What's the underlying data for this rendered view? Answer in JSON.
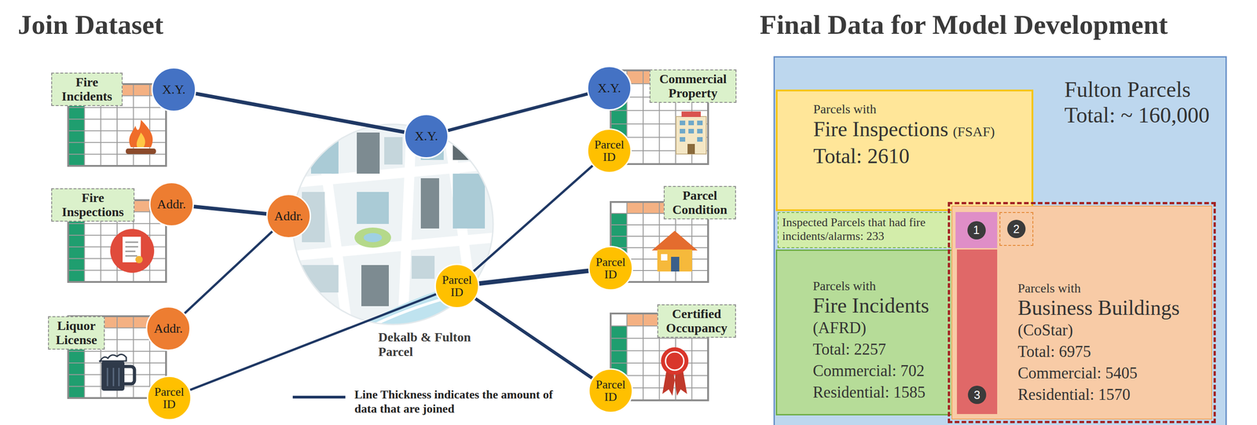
{
  "diagram": {
    "title": "Join Dataset",
    "nodes": [
      {
        "text": [
          "Fire Incidents"
        ]
      },
      {
        "text": [
          "X.Y."
        ]
      },
      {
        "text": [
          "Fire Inspections"
        ]
      },
      {
        "text": [
          "Addr."
        ]
      },
      {
        "text": [
          "Liquor License"
        ]
      },
      {
        "text": [
          "Addr."
        ]
      },
      {
        "text": [
          "Parcel ID"
        ]
      },
      {
        "text": [
          "X.Y."
        ]
      },
      {
        "text": [
          "Addr."
        ]
      },
      {
        "text": [
          "Parcel ID"
        ]
      },
      {
        "text": [
          "Commercial Property"
        ]
      },
      {
        "text": [
          "X.Y."
        ]
      },
      {
        "text": [
          "Parcel ID"
        ]
      },
      {
        "text": [
          "Parcel Condition"
        ]
      },
      {
        "text": [
          "Parcel ID"
        ]
      },
      {
        "text": [
          "Certified Occupancy"
        ]
      },
      {
        "text": [
          "Parcel ID"
        ]
      },
      {
        "text": [
          "Fulton Parcels",
          "Total: ~ 160,000"
        ]
      },
      {
        "text": [
          "Parcels with",
          "Fire Inspections",
          "(FSAF)",
          "Total: 2610"
        ],
        "in": 17
      },
      {
        "text": [
          "Inspected Parcels that had fire incidents/alarms: 233"
        ],
        "in": 17
      },
      {
        "text": [
          "Parcels with",
          "Fire Incidents",
          "(AFRD)",
          "Total: 2257",
          "Commercial: 702",
          "Residential: 1585"
        ],
        "in": 17
      },
      {
        "text": [
          "Parcels with",
          "Business Buildings",
          "(CoStar)",
          "Total: 6975",
          "Commercial: 5405",
          "Residential: 1570"
        ],
        "in": 17
      },
      {
        "text": [
          "1"
        ],
        "in": 17
      },
      {
        "text": [
          "2"
        ],
        "in": 17
      },
      {
        "text": [
          "3"
        ],
        "in": 17
      }
    ],
    "edges": [
      {
        "from": 1,
        "to": 7,
        "arrow": "none"
      },
      {
        "from": 7,
        "to": 11,
        "arrow": "none"
      },
      {
        "from": 3,
        "to": 8,
        "arrow": "none"
      },
      {
        "from": 5,
        "to": 8,
        "arrow": "none"
      },
      {
        "from": 6,
        "to": 9,
        "arrow": "none"
      },
      {
        "from": 9,
        "to": 12,
        "arrow": "none"
      },
      {
        "from": 9,
        "to": 14,
        "arrow": "none"
      },
      {
        "from": 9,
        "to": 16,
        "arrow": "none"
      }
    ],
    "labels": [
      "Final Data for Model Development",
      "Dekalb & Fulton Parcel"
    ],
    "legend": [
      {
        "text": "Line Thickness indicates the amount of data that are joined"
      }
    ]
  }
}
